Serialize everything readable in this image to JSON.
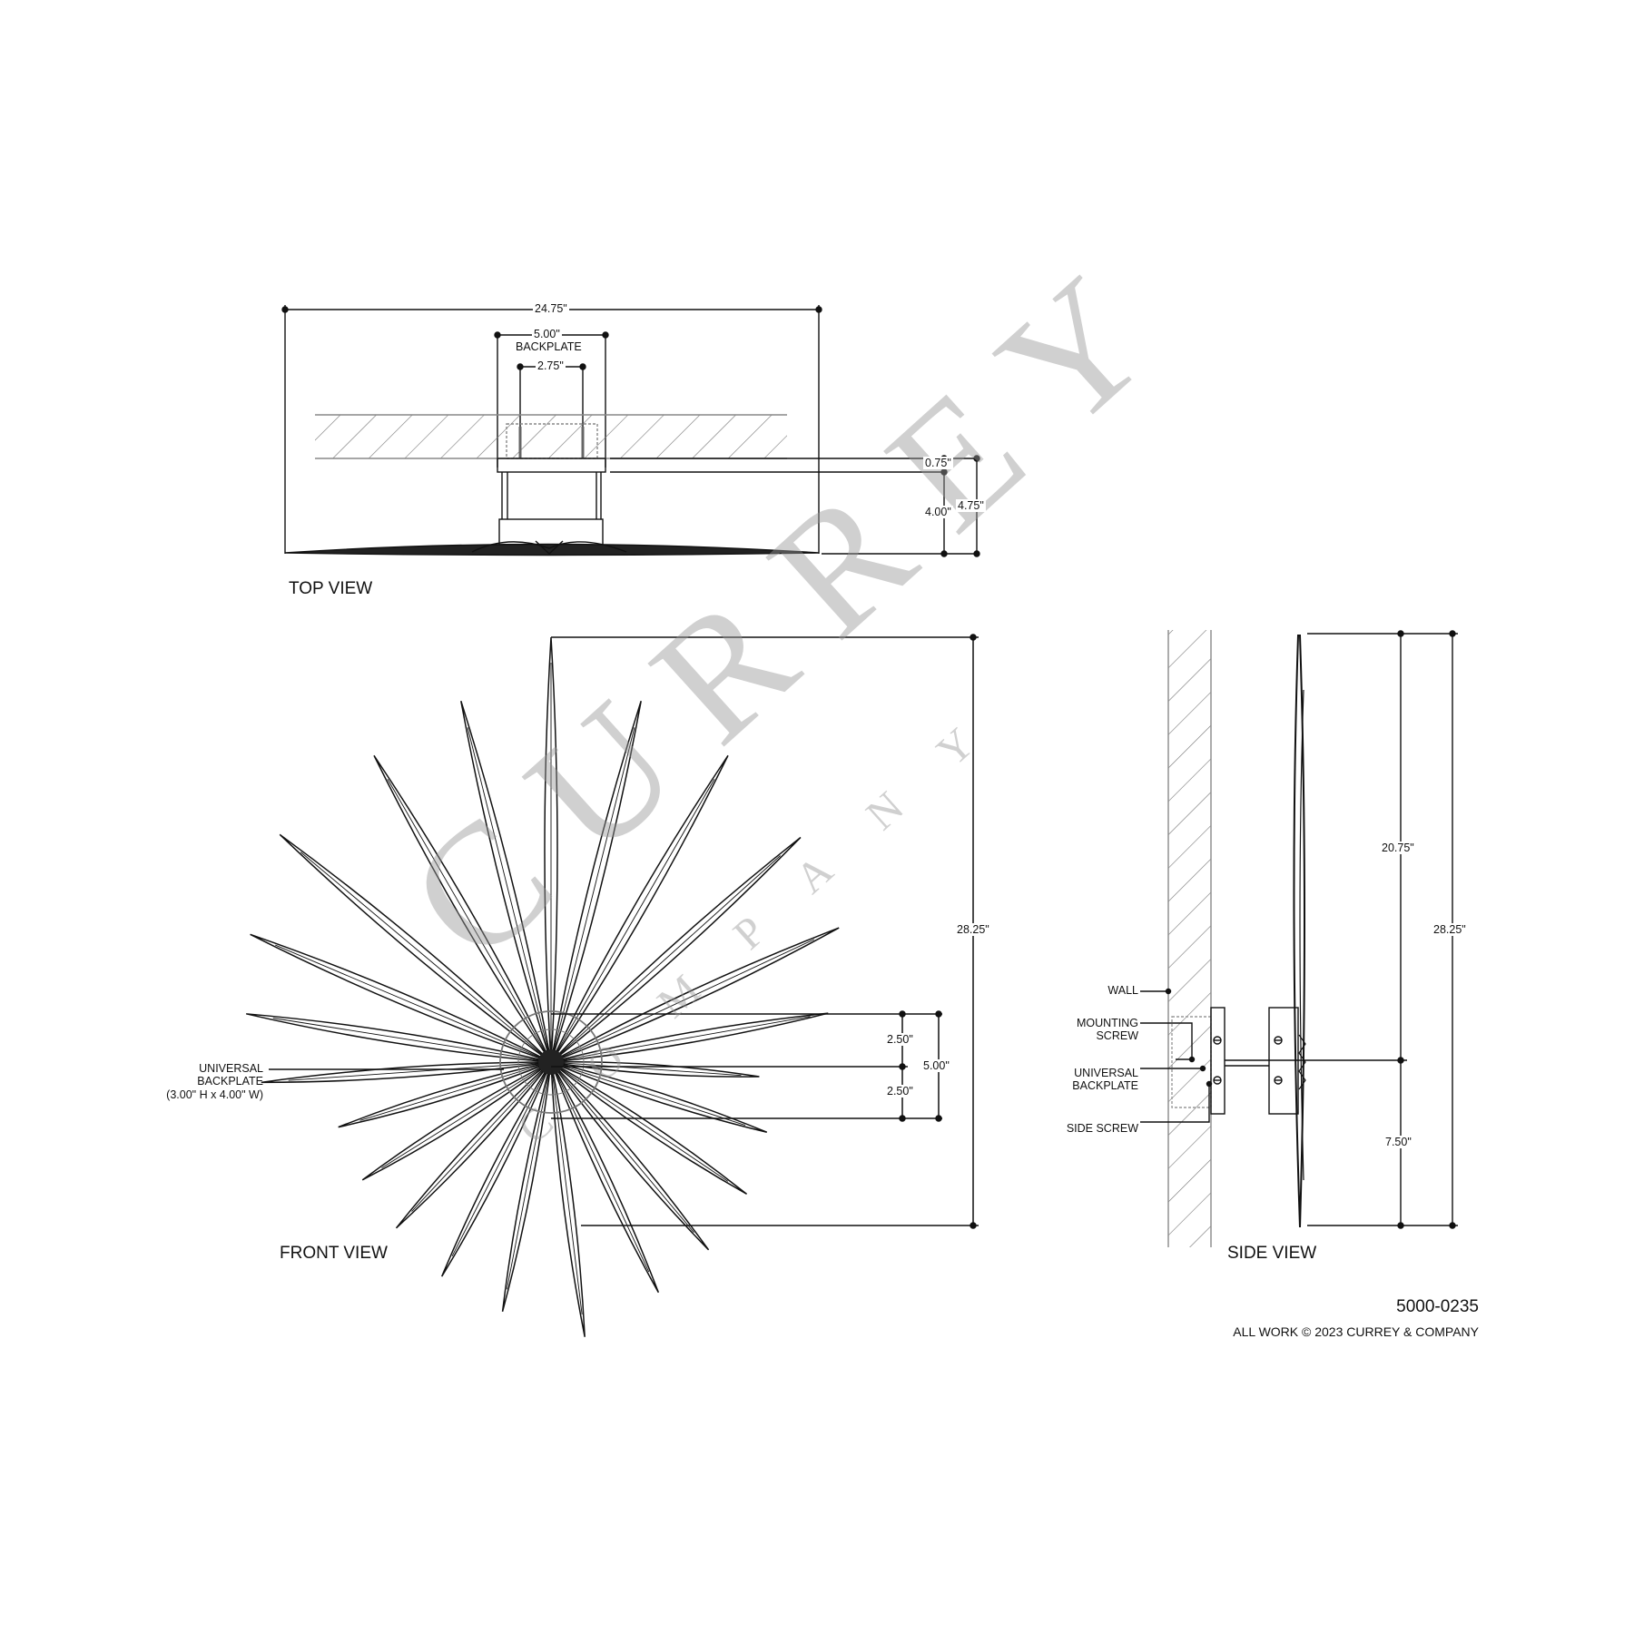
{
  "drawing": {
    "part_number": "5000-0235",
    "copyright": "ALL WORK © 2023 CURREY & COMPANY",
    "watermark": {
      "brand": "CURREY",
      "sub": "COMPANY"
    },
    "top_view": {
      "title": "TOP VIEW",
      "dims": {
        "overall_width": "24.75\"",
        "backplate_width": "5.00\"",
        "backplate_label": "BACKPLATE",
        "screw_spacing": "2.75\"",
        "backplate_depth": "0.75\"",
        "arm_depth": "4.00\"",
        "overall_depth": "4.75\""
      }
    },
    "front_view": {
      "title": "FRONT VIEW",
      "callout": {
        "line1": "UNIVERSAL",
        "line2": "BACKPLATE",
        "line3": "(3.00\" H x 4.00\" W)"
      },
      "dims": {
        "overall_height": "28.25\"",
        "upper_half": "2.50\"",
        "lower_half": "2.50\"",
        "backplate_height": "5.00\""
      }
    },
    "side_view": {
      "title": "SIDE VIEW",
      "callouts": {
        "wall": "WALL",
        "mounting_screw_1": "MOUNTING",
        "mounting_screw_2": "SCREW",
        "universal_backplate_1": "UNIVERSAL",
        "universal_backplate_2": "BACKPLATE",
        "side_screw": "SIDE SCREW"
      },
      "dims": {
        "upper_height": "20.75\"",
        "lower_height": "7.50\"",
        "overall_height": "28.25\""
      }
    }
  }
}
